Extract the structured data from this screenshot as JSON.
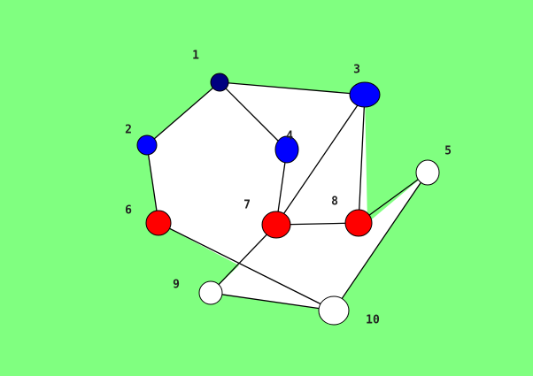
{
  "graph": {
    "colors": {
      "background": "#80ff80",
      "face": "#ffffff",
      "edge": "#000000",
      "dark_blue": "#000080",
      "blue": "#0000ff",
      "red": "#ff0000",
      "white": "#ffffff"
    },
    "nodes": [
      {
        "id": "1",
        "label": "1",
        "color": "dark_blue"
      },
      {
        "id": "2",
        "label": "2",
        "color": "blue"
      },
      {
        "id": "3",
        "label": "3",
        "color": "blue"
      },
      {
        "id": "4",
        "label": "4",
        "color": "blue"
      },
      {
        "id": "5",
        "label": "5",
        "color": "white"
      },
      {
        "id": "6",
        "label": "6",
        "color": "red"
      },
      {
        "id": "7",
        "label": "7",
        "color": "red"
      },
      {
        "id": "8",
        "label": "8",
        "color": "red"
      },
      {
        "id": "9",
        "label": "9",
        "color": "white"
      },
      {
        "id": "10",
        "label": "10",
        "color": "white"
      }
    ],
    "edges": [
      [
        "1",
        "2"
      ],
      [
        "1",
        "3"
      ],
      [
        "1",
        "4"
      ],
      [
        "2",
        "6"
      ],
      [
        "4",
        "7"
      ],
      [
        "3",
        "7"
      ],
      [
        "3",
        "8"
      ],
      [
        "7",
        "8"
      ],
      [
        "7",
        "9"
      ],
      [
        "6",
        "10"
      ],
      [
        "9",
        "10"
      ],
      [
        "8",
        "5"
      ],
      [
        "5",
        "10"
      ]
    ]
  }
}
